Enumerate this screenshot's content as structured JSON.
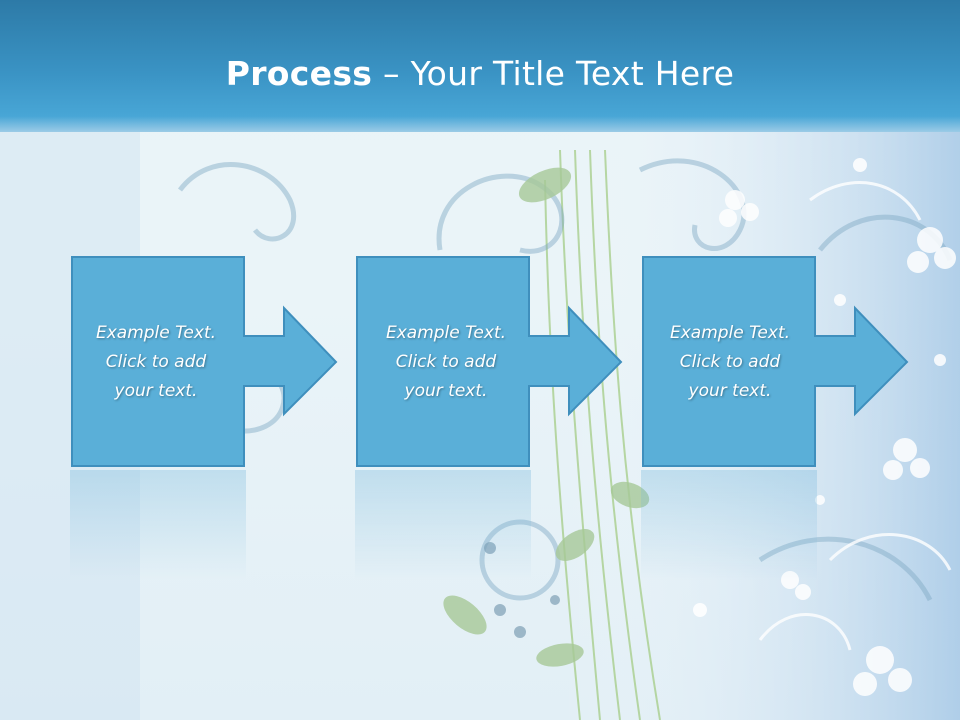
{
  "slide": {
    "title_bold": "Process",
    "title_rest": " – Your Title Text Here"
  },
  "steps": [
    {
      "lines": [
        "Example Text.",
        "Click  to add",
        "your text."
      ]
    },
    {
      "lines": [
        "Example Text.",
        "Click  to add",
        "your text."
      ]
    },
    {
      "lines": [
        "Example Text.",
        "Click  to add",
        "your text."
      ]
    }
  ],
  "colors": {
    "header": "#3a93c4",
    "box_fill": "#5aafd8",
    "box_stroke": "#3f8fbd",
    "text": "#ffffff"
  }
}
